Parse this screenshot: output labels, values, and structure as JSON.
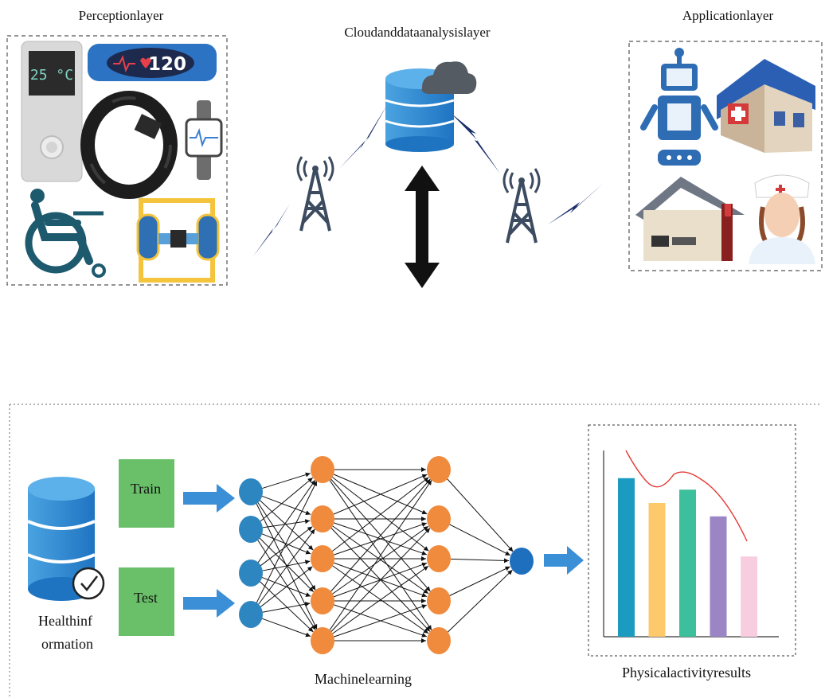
{
  "top": {
    "perception_label": "Perceptionlayer",
    "cloud_label": "Cloudanddataanalysislayer",
    "application_label": "Applicationlayer",
    "thermometer_reading": "25 °C",
    "heart_rate_reading": "120"
  },
  "bottom": {
    "health_info_line1": "Healthinf",
    "health_info_line2": "ormation",
    "train_label": "Train",
    "test_label": "Test",
    "machine_learning_label": "Machinelearning",
    "results_label": "Physicalactivityresults",
    "result_bars": [
      {
        "value": 0.83,
        "color": "#1a9bbf"
      },
      {
        "value": 0.7,
        "color": "#fdc96b"
      },
      {
        "value": 0.77,
        "color": "#3bbf9c"
      },
      {
        "value": 0.63,
        "color": "#9b85c5"
      },
      {
        "value": 0.42,
        "color": "#f8cde0"
      }
    ],
    "trend_color": "#e53935"
  },
  "colors": {
    "nn_input": "#2e86c1",
    "nn_hidden": "#f08a3c",
    "nn_output": "#1f6fbf",
    "box_green": "#6abf69",
    "arrow_blue": "#3a8fd6",
    "database_blue": "#2a87cf",
    "lightning": "#1b2e6b"
  }
}
